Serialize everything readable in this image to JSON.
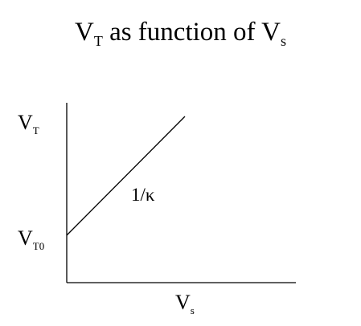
{
  "title": {
    "prefix": "V",
    "prefix_sub": "T",
    "middle": " as function of V",
    "suffix_sub": "s"
  },
  "y_axis_labels": {
    "top": {
      "main": "V",
      "sub": "T"
    },
    "intercept": {
      "main": "V",
      "sub": "T0"
    }
  },
  "x_axis_label": {
    "main": "V",
    "sub": "s"
  },
  "slope_label": "1/κ",
  "colors": {
    "line": "#000000",
    "background": "#ffffff"
  }
}
